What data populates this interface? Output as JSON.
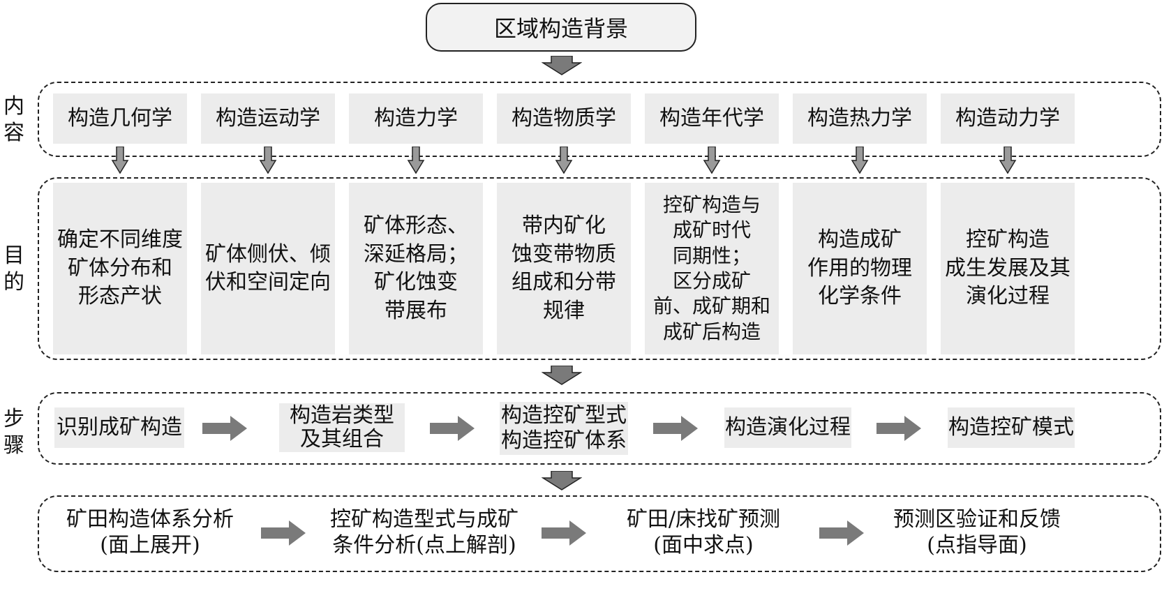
{
  "top_box": "区域构造背景",
  "side_labels": {
    "content": "内\n容",
    "purpose": "目\n的",
    "steps": "步\n骤"
  },
  "content_items": [
    "构造几何学",
    "构造运动学",
    "构造力学",
    "构造物质学",
    "构造年代学",
    "构造热力学",
    "构造动力学"
  ],
  "purpose_items": [
    "确定不同维度\n矿体分布和\n形态产状",
    "矿体侧伏、倾\n伏和空间定向",
    "矿体形态、\n深延格局；\n矿化蚀变\n带展布",
    "带内矿化\n蚀变带物质\n组成和分带\n规律",
    "控矿构造与\n成矿时代\n同期性；\n区分成矿\n前、成矿期和\n成矿后构造",
    "构造成矿\n作用的物理\n化学条件",
    "控矿构造\n成生发展及其\n演化过程"
  ],
  "step_items": [
    "识别成矿构造",
    "构造岩类型\n及其组合",
    "构造控矿型式\n构造控矿体系",
    "构造演化过程",
    "构造控矿模式"
  ],
  "bottom_items": [
    "矿田构造体系分析\n(面上展开)",
    "控矿构造型式与成矿\n条件分析(点上解剖)",
    "矿田/床找矿预测\n(面中求点)",
    "预测区验证和反馈\n(点指导面)"
  ],
  "colors": {
    "box_fill": "#ececec",
    "arrow_fill": "#7a7a7a",
    "border": "#222222"
  }
}
